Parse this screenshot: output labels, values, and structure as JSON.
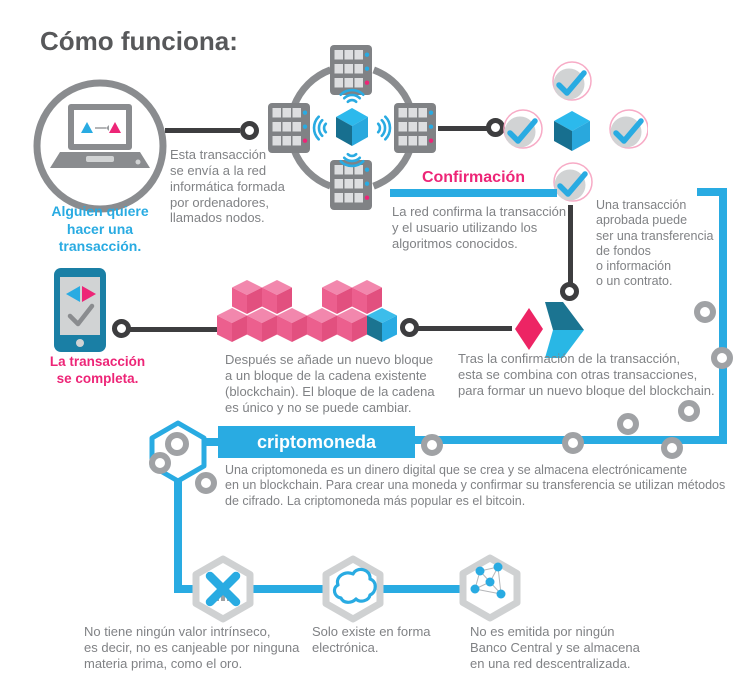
{
  "title": "Cómo funciona:",
  "colors": {
    "accent_cyan": "#29abe2",
    "accent_pink": "#ed2577",
    "dark_teal": "#1b7491",
    "gray_text": "#808285",
    "icon_gray": "#8a8c8f",
    "light_gray": "#d1d3d4"
  },
  "flow": {
    "start_label": "Alguien quiere\nhacer una\ntransacción.",
    "send_text": "Esta transacción\nse envía a la red\ninformática formada\npor ordenadores,\nllamados nodos.",
    "confirmation_title": "Confirmación",
    "confirmation_text": "La red confirma la transacción\ny el usuario utilizando los\nalgoritmos conocidos.",
    "approved_text": "Una transacción\naprobada puede\nser una transferencia\nde fondos\no información\no un contrato.",
    "complete_label": "La transacción\nse completa.",
    "new_block_text": "Después se añade un nuevo bloque\na un bloque de la cadena existente\n(blockchain). El bloque de la cadena\nes único y no se puede cambiar.",
    "combine_text": "Tras la confirmación de la transacción,\nesta se combina con otras transacciones,\npara formar un nuevo bloque del blockchain."
  },
  "crypto": {
    "banner_label": "criptomoneda",
    "description": "Una criptomoneda es un dinero digital que se crea y se almacena electrónicamente\nen un blockchain. Para crear una moneda y confirmar su transferencia se utilizan métodos\nde cifrado. La criptomoneda más popular es el bitcoin.",
    "facts": [
      {
        "icon": "no-intrinsic-value-icon",
        "text": "No tiene ningún valor intrínseco,\nes decir, no es canjeable por ninguna\nmateria prima, como el oro."
      },
      {
        "icon": "electronic-cloud-icon",
        "text": "Solo existe en forma\nelectrónica."
      },
      {
        "icon": "decentralized-network-icon",
        "text": "No es emitida por ningún\nBanco Central y se almacena\nen una red descentralizada."
      }
    ]
  }
}
